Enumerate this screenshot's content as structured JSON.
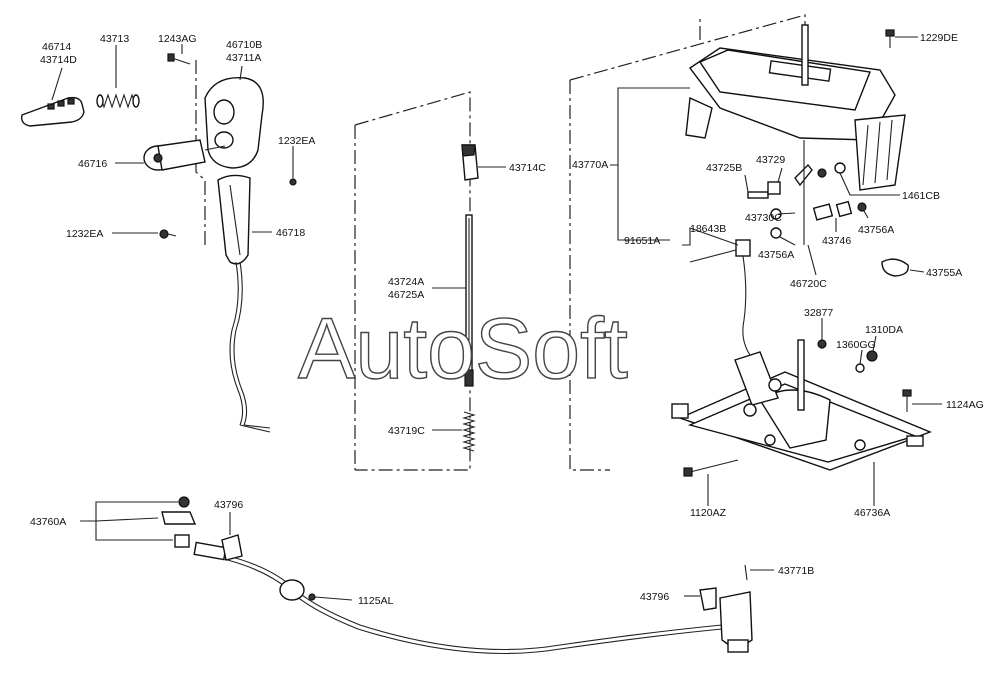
{
  "watermark": "AutoSoft",
  "labels": {
    "l46714": "46714",
    "l43714D": "43714D",
    "l43713": "43713",
    "l1243AG": "1243AG",
    "l46710B": "46710B",
    "l43711A": "43711A",
    "l46716": "46716",
    "l1232EA_a": "1232EA",
    "l1232EA_b": "1232EA",
    "l46718": "46718",
    "l43714C": "43714C",
    "l43724A": "43724A",
    "l46725A": "46725A",
    "l43719C": "43719C",
    "l43770A": "43770A",
    "l91651A": "91651A",
    "l18643B": "18643B",
    "l43725B": "43725B",
    "l43729": "43729",
    "l43730C": "43730C",
    "l43756A_a": "43756A",
    "l43756A_b": "43756A",
    "l43746": "43746",
    "l46720C": "46720C",
    "l1461CB": "1461CB",
    "l1229DE": "1229DE",
    "l43755A": "43755A",
    "l32877": "32877",
    "l1310DA": "1310DA",
    "l1360GG": "1360GG",
    "l1124AG": "1124AG",
    "l1120AZ": "1120AZ",
    "l46736A": "46736A",
    "l43760A": "43760A",
    "l43796_a": "43796",
    "l43796_b": "43796",
    "l1125AL": "1125AL",
    "l43771B": "43771B"
  }
}
